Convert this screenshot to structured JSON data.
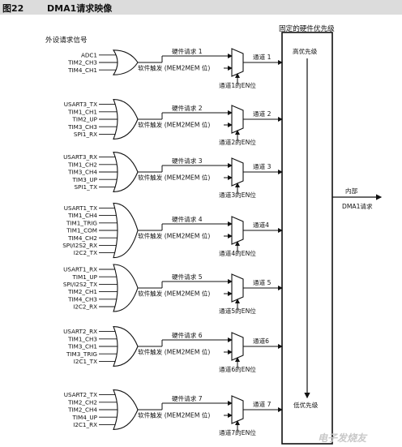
{
  "figure_number": "图22",
  "figure_title": "DMA1请求映像",
  "left_heading": "外设请求信号",
  "priority_box_title": "固定的硬件优先级",
  "high_priority": "高优先级",
  "low_priority": "低优先级",
  "output_label_1": "内部",
  "output_label_2": "DMA1请求",
  "watermark": "电子发烧友",
  "channels": [
    {
      "signals": [
        "ADC1",
        "TIM2_CH3",
        "TIM4_CH1"
      ],
      "hw_request": "硬件请求 1",
      "sw_trigger": "软件触发 (MEM2MEM 位)",
      "channel": "通道 1",
      "enable": "通道1的EN位"
    },
    {
      "signals": [
        "USART3_TX",
        "TIM1_CH1",
        "TIM2_UP",
        "TIM3_CH3",
        "SPI1_RX"
      ],
      "hw_request": "硬件请求 2",
      "sw_trigger": "软件触发 (MEM2MEM 位)",
      "channel": "通道 2",
      "enable": "通道2的EN位"
    },
    {
      "signals": [
        "USART3_RX",
        "TIM1_CH2",
        "TIM3_CH4",
        "TIM3_UP",
        "SPI1_TX"
      ],
      "hw_request": "硬件请求 3",
      "sw_trigger": "软件触发 (MEM2MEM 位)",
      "channel": "通道 3",
      "enable": "通道3的EN位"
    },
    {
      "signals": [
        "USART1_TX",
        "TIM1_CH4",
        "TIM1_TRIG",
        "TIM1_COM",
        "TIM4_CH2",
        "SPI/I2S2_RX",
        "I2C2_TX"
      ],
      "hw_request": "硬件请求 4",
      "sw_trigger": "软件触发 (MEM2MEM 位)",
      "channel": "通道4",
      "enable": "通道4的EN位"
    },
    {
      "signals": [
        "USART1_RX",
        "TIM1_UP",
        "SPI/I2S2_TX",
        "TIM2_CH1",
        "TIM4_CH3",
        "I2C2_RX"
      ],
      "hw_request": "硬件请求 5",
      "sw_trigger": "软件触发 (MEM2MEM 位)",
      "channel": "通道 5",
      "enable": "通道5的EN位"
    },
    {
      "signals": [
        "USART2_RX",
        "TIM1_CH3",
        "TIM3_CH1",
        "TIM3_TRIG",
        "I2C1_TX"
      ],
      "hw_request": "硬件请求 6",
      "sw_trigger": "软件触发 (MEM2MEM 位)",
      "channel": "通道6",
      "enable": "通道6的EN位"
    },
    {
      "signals": [
        "USART2_TX",
        "TIM2_CH2",
        "TIM2_CH4",
        "TIM4_UP",
        "I2C1_RX"
      ],
      "hw_request": "硬件请求 7",
      "sw_trigger": "软件触发 (MEM2MEM 位)",
      "channel": "通道 7",
      "enable": "通道7的EN位"
    }
  ]
}
